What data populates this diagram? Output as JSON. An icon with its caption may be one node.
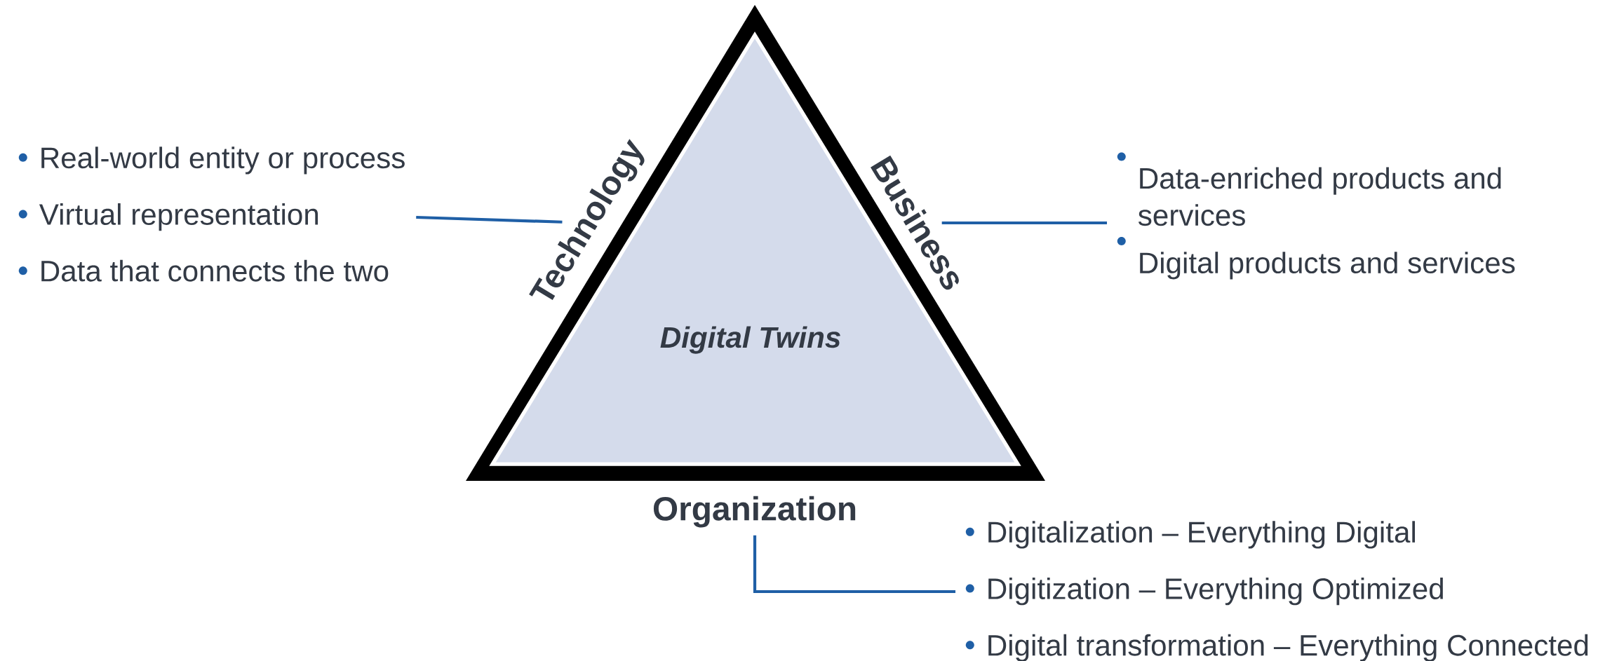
{
  "diagram": {
    "nodes": [
      {
        "text": [
          "Digital Twins"
        ]
      },
      {
        "text": [
          "Technology"
        ]
      },
      {
        "text": [
          "Business"
        ]
      },
      {
        "text": [
          "Organization"
        ]
      },
      {
        "text": [
          "Real-world entity or process",
          "Virtual representation",
          "Data that connects the two"
        ]
      },
      {
        "text": [
          "Data-enriched products and services",
          "Digital products and services"
        ]
      },
      {
        "text": [
          "Digitalization – Everything Digital",
          "Digitization – Everything Optimized",
          "Digital transformation – Everything Connected"
        ]
      }
    ],
    "edges": [
      {
        "from": 4,
        "to": 1,
        "arrow": "none"
      },
      {
        "from": 2,
        "to": 5,
        "arrow": "none"
      },
      {
        "from": 3,
        "to": 6,
        "arrow": "none"
      }
    ]
  }
}
